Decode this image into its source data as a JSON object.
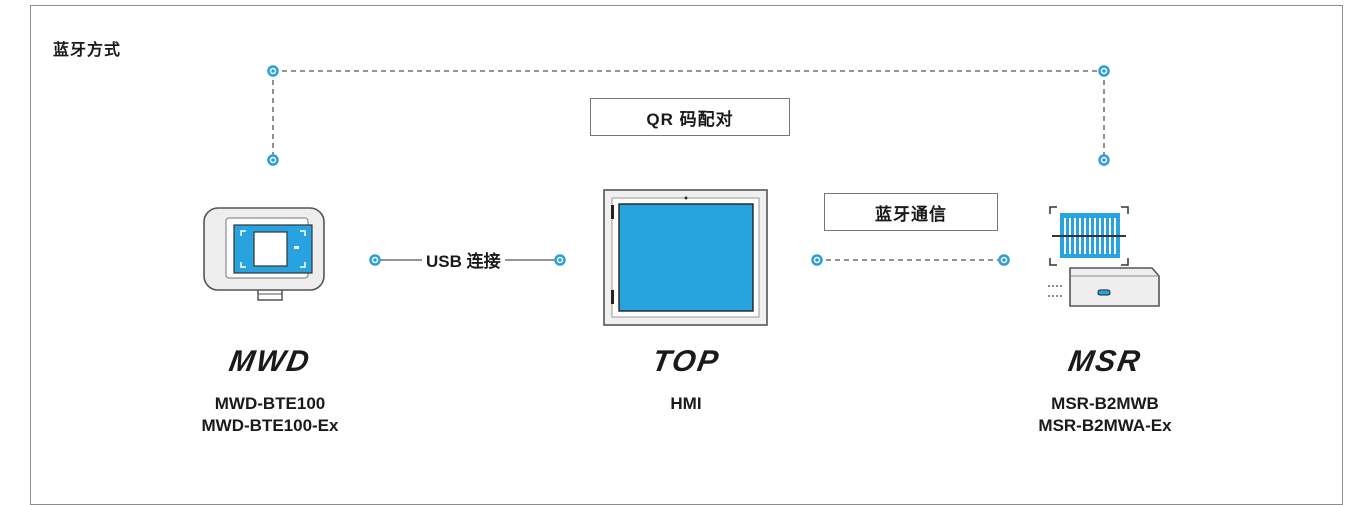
{
  "section_title": "蓝牙方式",
  "qr_pairing_label": "QR 码配对",
  "bluetooth_comm_label": "蓝牙通信",
  "usb_label": "USB 连接",
  "devices": [
    {
      "brand": "MWD",
      "models": [
        "MWD-BTE100",
        "MWD-BTE100-Ex"
      ]
    },
    {
      "brand": "TOP",
      "models": [
        "HMI"
      ]
    },
    {
      "brand": "MSR",
      "models": [
        "MSR-B2MWB",
        "MSR-B2MWA-Ex"
      ]
    }
  ],
  "colors": {
    "accent": "#2a9fd8",
    "screen": "#29a3df",
    "line": "#555555",
    "frame": "#8c8c8c"
  }
}
